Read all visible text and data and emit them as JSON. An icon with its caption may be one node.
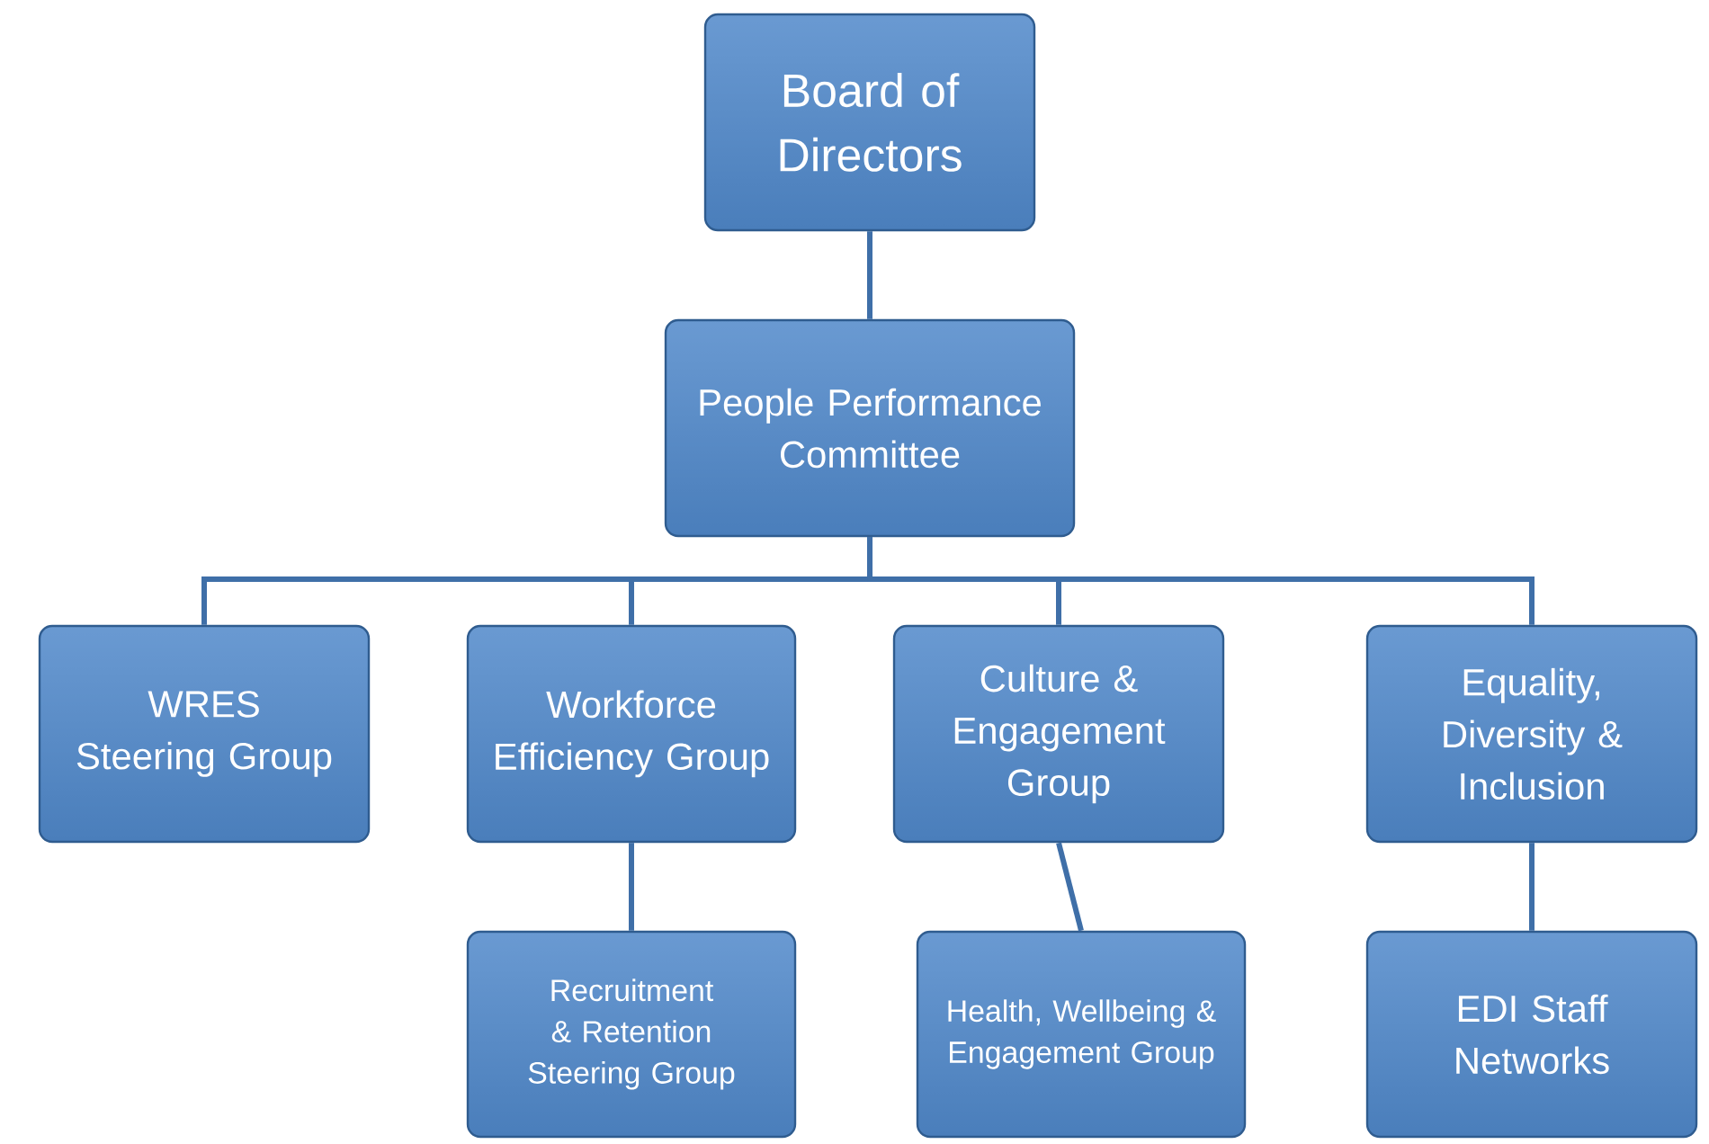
{
  "diagram": {
    "nodes": [
      {
        "text": [
          "Board of Directors"
        ]
      },
      {
        "text": [
          "People Performance Committee"
        ]
      },
      {
        "text": [
          "WRES Steering Group"
        ]
      },
      {
        "text": [
          "Workforce Efficiency Group"
        ]
      },
      {
        "text": [
          "Culture & Engagement Group"
        ]
      },
      {
        "text": [
          "Equality, Diversity & Inclusion"
        ]
      },
      {
        "text": [
          "Recruitment & Retention Steering Group"
        ]
      },
      {
        "text": [
          "Health, Wellbeing & Engagement Group"
        ]
      },
      {
        "text": [
          "EDI Staff Networks"
        ]
      }
    ],
    "edges": [
      {
        "from": 0,
        "to": 1,
        "arrow": "none"
      },
      {
        "from": 1,
        "to": 2,
        "arrow": "none"
      },
      {
        "from": 1,
        "to": 3,
        "arrow": "none"
      },
      {
        "from": 1,
        "to": 4,
        "arrow": "none"
      },
      {
        "from": 1,
        "to": 5,
        "arrow": "none"
      },
      {
        "from": 3,
        "to": 6,
        "arrow": "none"
      },
      {
        "from": 4,
        "to": 7,
        "arrow": "none"
      },
      {
        "from": 5,
        "to": 8,
        "arrow": "none"
      }
    ]
  }
}
